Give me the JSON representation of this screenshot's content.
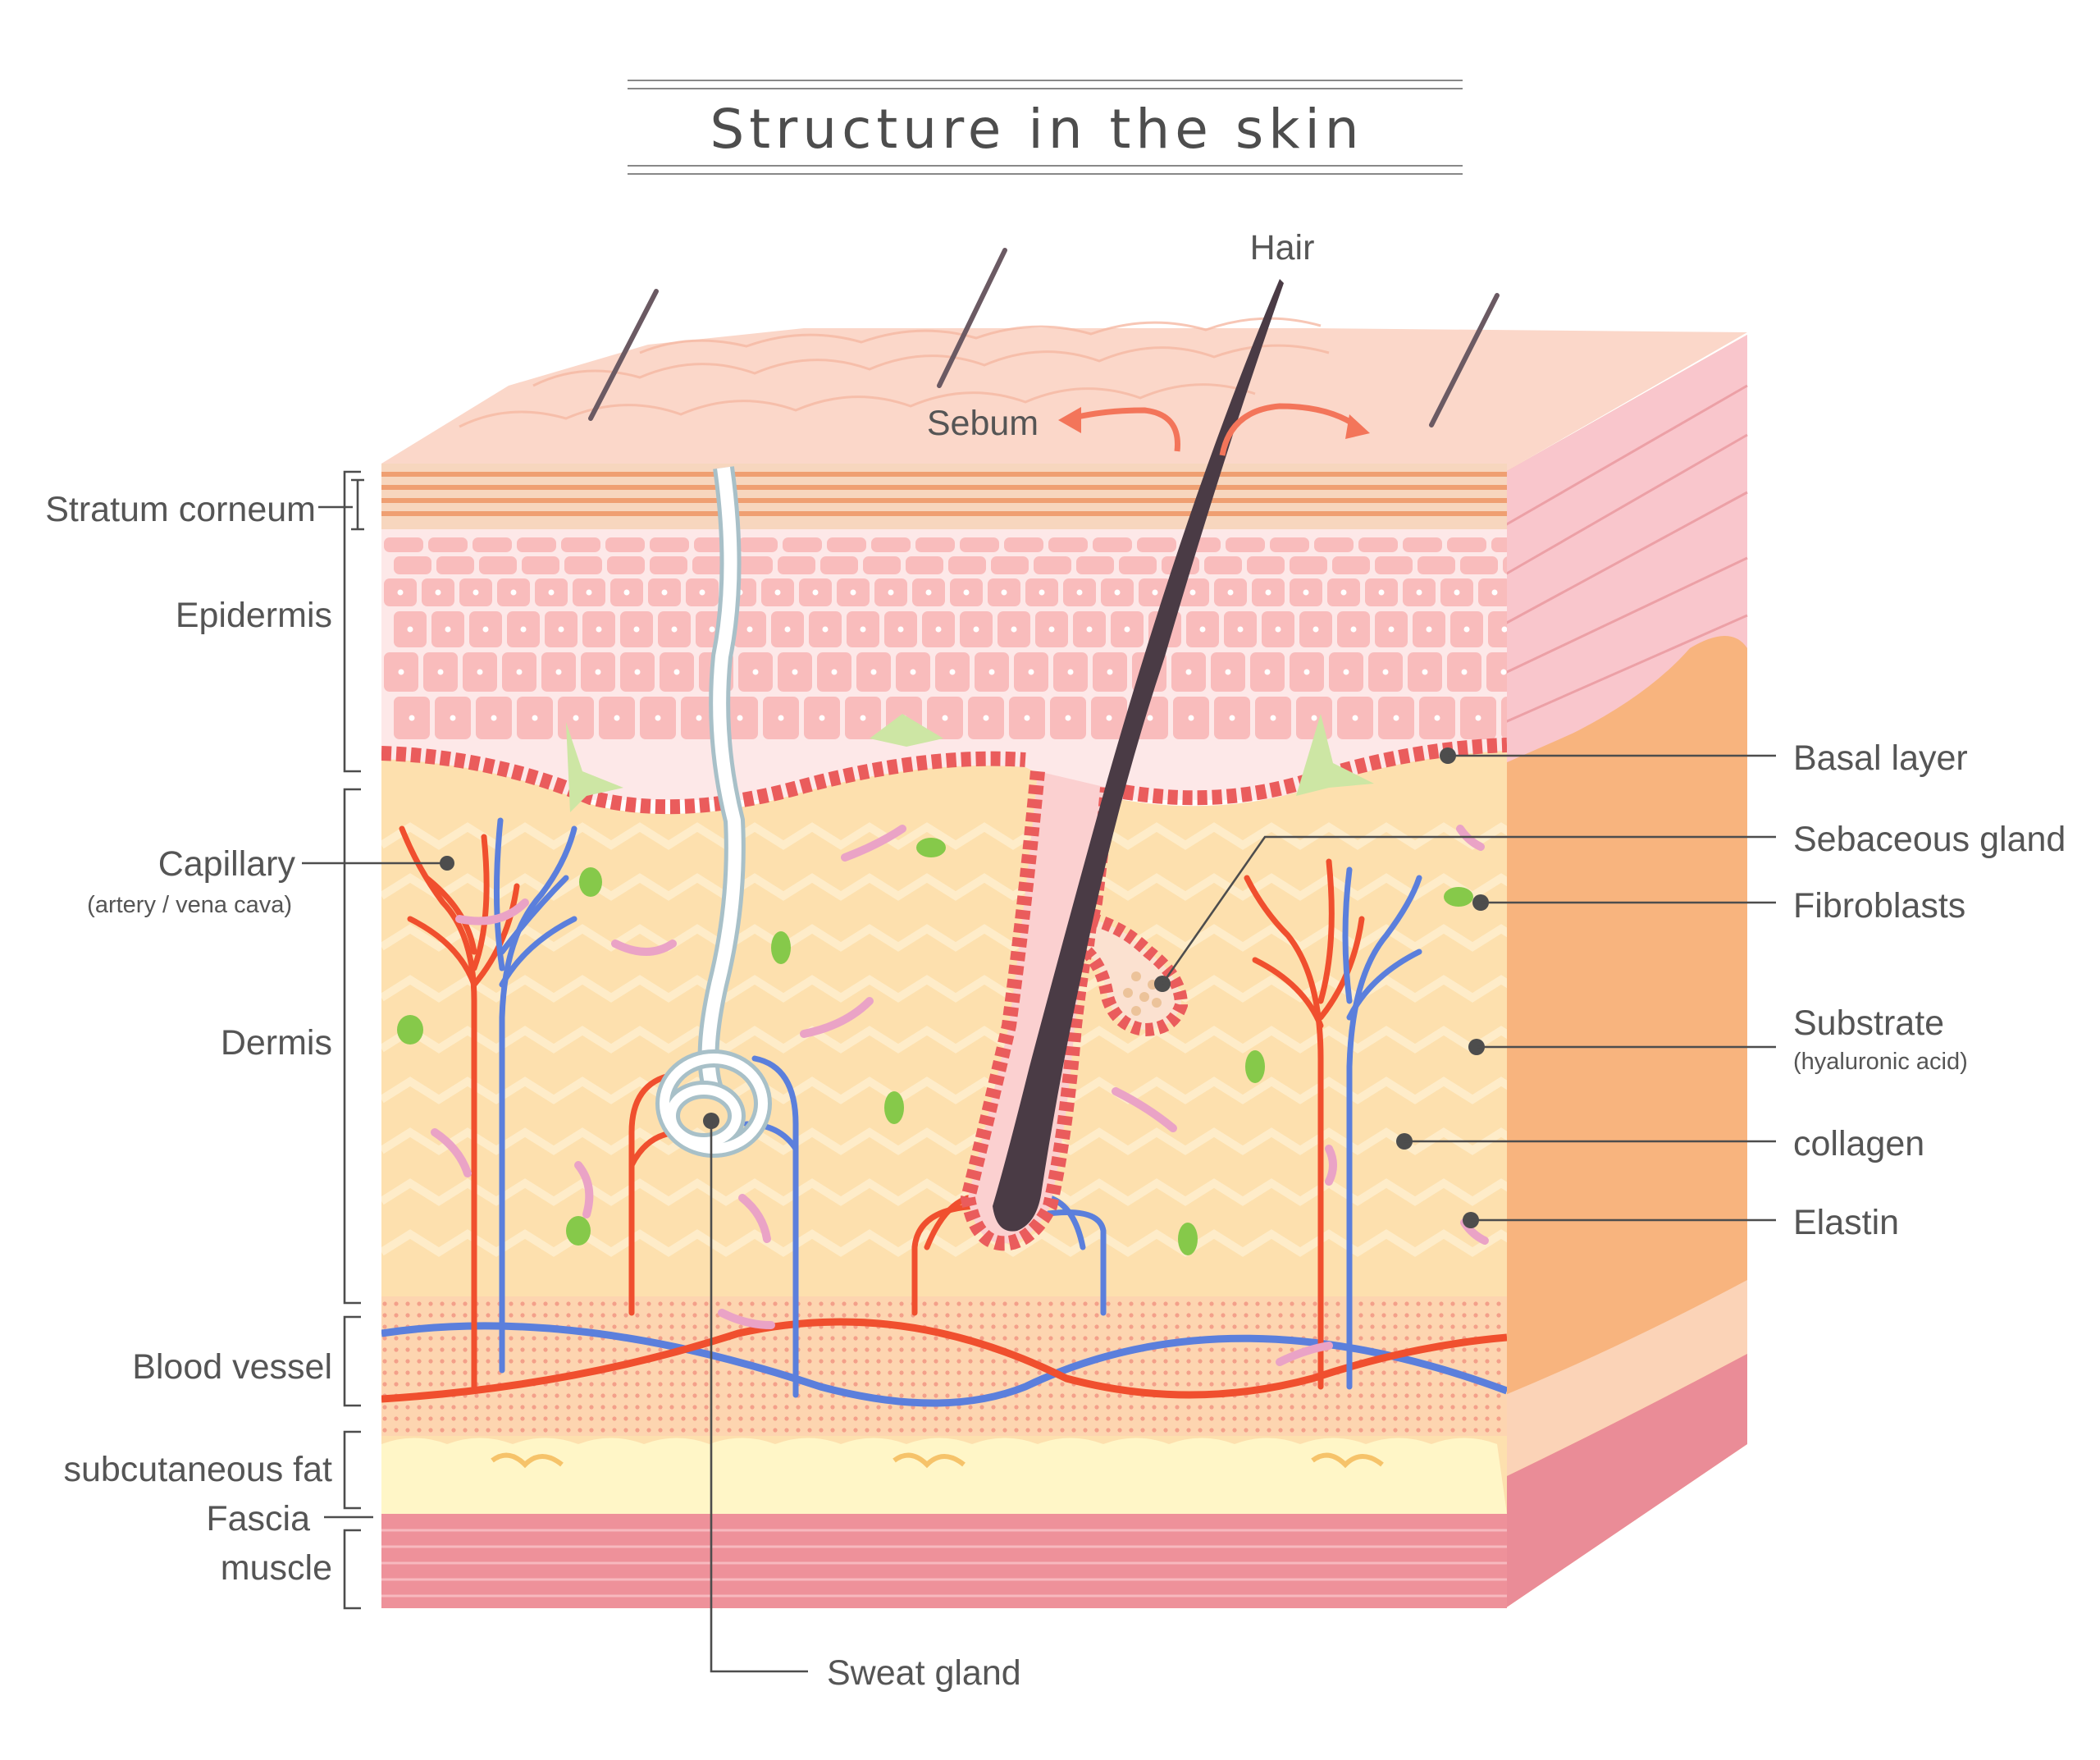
{
  "title": "Structure in the skin",
  "labels_left": {
    "stratum_corneum": "Stratum corneum",
    "epidermis": "Epidermis",
    "capillary": "Capillary",
    "capillary_sub": "(artery / vena cava)",
    "dermis": "Dermis",
    "blood_vessel": "Blood vessel",
    "subcutaneous_fat": "subcutaneous fat",
    "fascia": "Fascia",
    "muscle": "muscle"
  },
  "labels_right": {
    "basal_layer": "Basal layer",
    "sebaceous_gland": "Sebaceous gland",
    "fibroblasts": "Fibroblasts",
    "substrate": "Substrate",
    "substrate_sub": "(hyaluronic acid)",
    "collagen": "collagen",
    "elastin": "Elastin"
  },
  "labels_other": {
    "hair": "Hair",
    "sebum": "Sebum",
    "sweat_gland": "Sweat gland"
  },
  "colors": {
    "skin_surface": "#fbd7c9",
    "stratum": "#f0b088",
    "epidermis_cell": "#f9bcbc",
    "basal_cell": "#ea5c5c",
    "dermis": "#fde0ae",
    "dermis_side": "#f8b47e",
    "fat": "#fff6c7",
    "muscle": "#ee919a",
    "artery": "#f04f2e",
    "vein": "#5b7fdc",
    "hair": "#4a3b45",
    "fibroblast": "#86c94a",
    "elastin": "#eaa3c6"
  }
}
